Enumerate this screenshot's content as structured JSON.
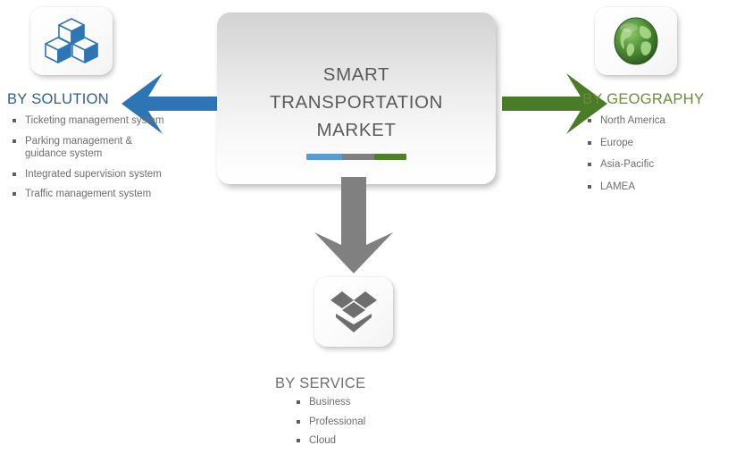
{
  "center": {
    "title": "SMART TRANSPORTATION MARKET",
    "accent_colors": [
      "#5b9bd5",
      "#7f7f7f",
      "#4f7f2a"
    ]
  },
  "branches": {
    "solution": {
      "heading": "BY SOLUTION",
      "heading_color": "#2b5f8e",
      "icon": "blue-cubes-icon",
      "arrow": "arrow-left-blue",
      "arrow_color": "#2e75b6",
      "items": [
        "Ticketing management system",
        "Parking management & guidance system",
        "Integrated supervision system",
        "Traffic management system"
      ]
    },
    "geography": {
      "heading": "BY GEOGRAPHY",
      "heading_color": "#6b8c3a",
      "icon": "green-globe-icon",
      "arrow": "arrow-right-green",
      "arrow_color": "#4a7c28",
      "items": [
        "North America",
        "Europe",
        "Asia-Pacific",
        "LAMEA"
      ]
    },
    "service": {
      "heading": "BY SERVICE",
      "heading_color": "#6f6f6f",
      "icon": "gray-open-box-icon",
      "arrow": "arrow-down-gray",
      "arrow_color": "#808080",
      "items": [
        "Business",
        "Professional",
        "Cloud"
      ]
    }
  }
}
